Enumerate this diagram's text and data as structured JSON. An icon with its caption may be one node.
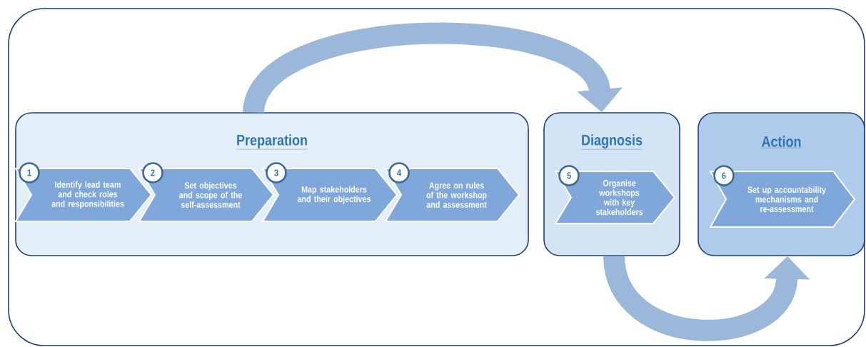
{
  "diagram": {
    "nodes": [
      {
        "text": [],
        "shape": "box"
      },
      {
        "text": [
          "Preparation"
        ],
        "in": 0
      },
      {
        "text": [
          "1",
          "Identify lead team and check roles and responsibilities"
        ],
        "in": 1
      },
      {
        "text": [
          "2",
          "Set objectives and scope of the self-assessment"
        ],
        "in": 1
      },
      {
        "text": [
          "3",
          "Map stakeholders and their objectives"
        ],
        "in": 1
      },
      {
        "text": [
          "4",
          "Agree on rules of the workshop and assessment"
        ],
        "in": 1
      },
      {
        "text": [
          "Diagnosis"
        ],
        "in": 0
      },
      {
        "text": [
          "5",
          "Organise workshops with key stakeholders"
        ],
        "in": 6
      },
      {
        "text": [
          "Action"
        ],
        "in": 0
      },
      {
        "text": [
          "6",
          "Set up accountability mechanisms and re-assessment"
        ],
        "in": 8
      }
    ],
    "edges": [
      {
        "from": 1,
        "to": 6,
        "arrow": "to"
      },
      {
        "from": 6,
        "to": 8,
        "arrow": "to"
      }
    ]
  }
}
